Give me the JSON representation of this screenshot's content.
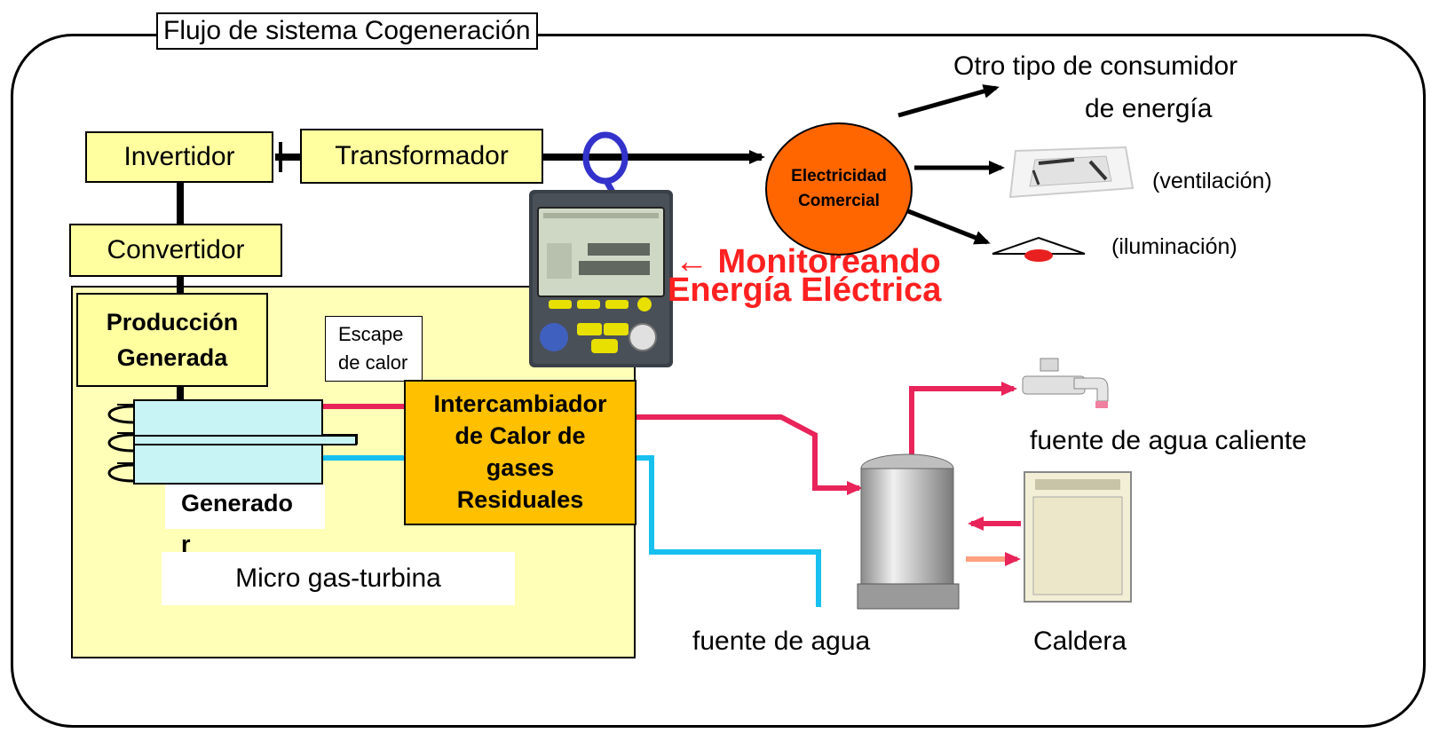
{
  "title": "Flujo de sistema Cogeneración",
  "blocks": {
    "inverter": "Invertidor",
    "transformer": "Transformador",
    "converter": "Convertidor",
    "production_line1": "Producción",
    "production_line2": "Generada",
    "exhaust_line1": "Escape",
    "exhaust_line2": "de calor",
    "exchanger_lines": [
      "Intercambiador",
      "de Calor de",
      "gases",
      "Residuales"
    ],
    "generator_line1": "Generado",
    "generator_line2": "r",
    "micro_turbine": "Micro gas-turbina",
    "commercial_line1": "Electricidad",
    "commercial_line2": "Comercial"
  },
  "monitoring": {
    "line1": "← Monitoreando",
    "line2": "Energía Eléctrica"
  },
  "consumers": {
    "other_line1": "Otro tipo de consumidor",
    "other_line2": "de energía",
    "ventilation": "(ventilación)",
    "lighting": "(iluminación)"
  },
  "water": {
    "hot_water_source": "fuente de agua caliente",
    "water_source": "fuente de agua",
    "boiler": "Caldera"
  },
  "colors": {
    "box_yellow": "#ffffa0",
    "exchanger_orange": "#ffc000",
    "commercial_orange": "#ff6600",
    "monitor_red": "#ff2020",
    "hot_line": "#e8245a",
    "cold_line": "#18c0f0",
    "clamp_blue": "#3333cc"
  }
}
